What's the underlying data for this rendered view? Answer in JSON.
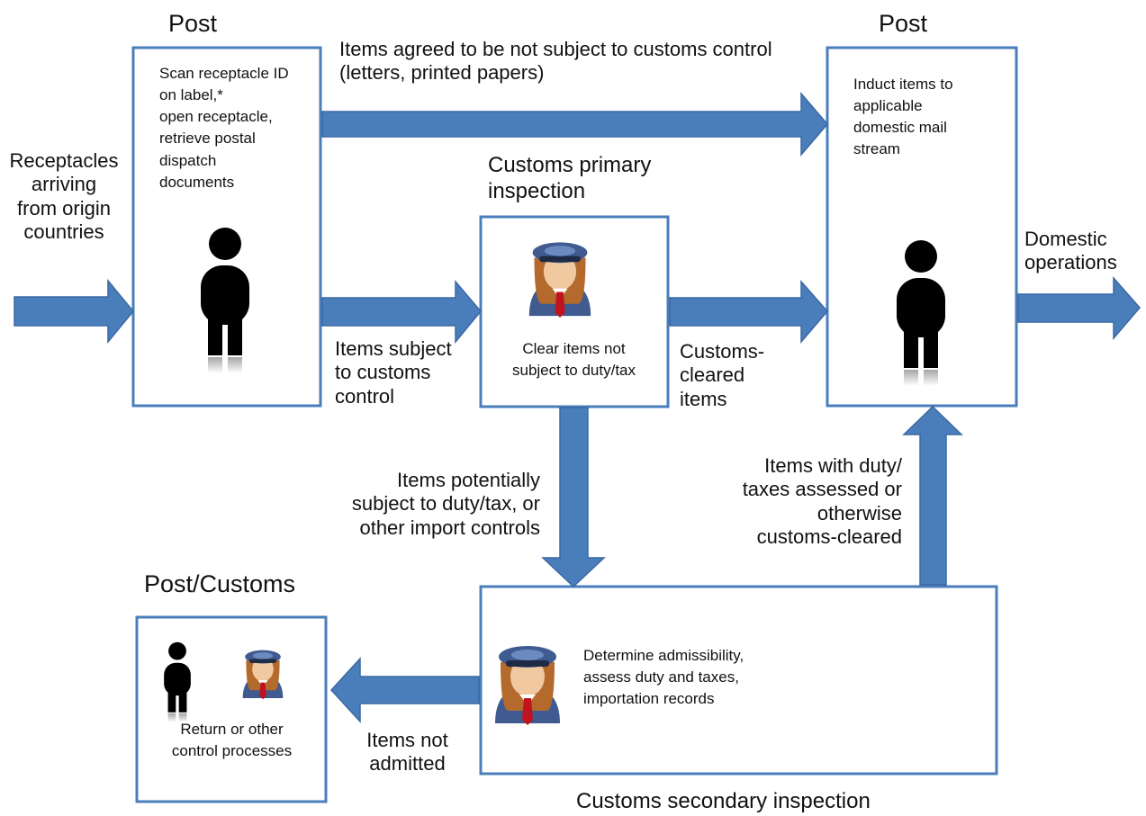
{
  "colors": {
    "arrow": "#4a7ebb",
    "arrow_edge": "#3a68a3",
    "box_border": "#4a7ebb",
    "person": "#000000",
    "officer_cap": "#3f5b8f",
    "officer_hair": "#b46a2c",
    "officer_face": "#f1c9a0",
    "officer_tie": "#c1121f"
  },
  "icons": {
    "person": "person-silhouette-icon",
    "officer": "customs-officer-icon"
  },
  "headers": {
    "post_left": "Post",
    "post_right": "Post",
    "primary": "Customs primary\ninspection",
    "post_customs": "Post/Customs",
    "secondary": "Customs secondary inspection"
  },
  "boxes": {
    "post_left": "Scan receptacle ID\non label,*\nopen receptacle,\nretrieve postal\ndispatch\ndocuments",
    "post_right": "Induct items to\napplicable\ndomestic mail\nstream",
    "primary": "Clear items not\nsubject to duty/tax",
    "secondary": "Determine admissibility,\nassess duty and taxes,\nimportation records",
    "post_customs": "Return or other\ncontrol processes"
  },
  "flows": {
    "receptacles": "Receptacles\narriving\nfrom origin\ncountries",
    "not_subject": "Items agreed to be not subject to customs control\n(letters, printed papers)",
    "subject": "Items subject\nto customs\ncontrol",
    "cleared": "Customs-\ncleared\nitems",
    "domestic": "Domestic\noperations",
    "potentially": "Items potentially\nsubject to duty/tax, or\nother import controls",
    "duty_assessed": "Items with duty/\ntaxes assessed or\notherwise\ncustoms-cleared",
    "not_admitted": "Items not\nadmitted"
  }
}
